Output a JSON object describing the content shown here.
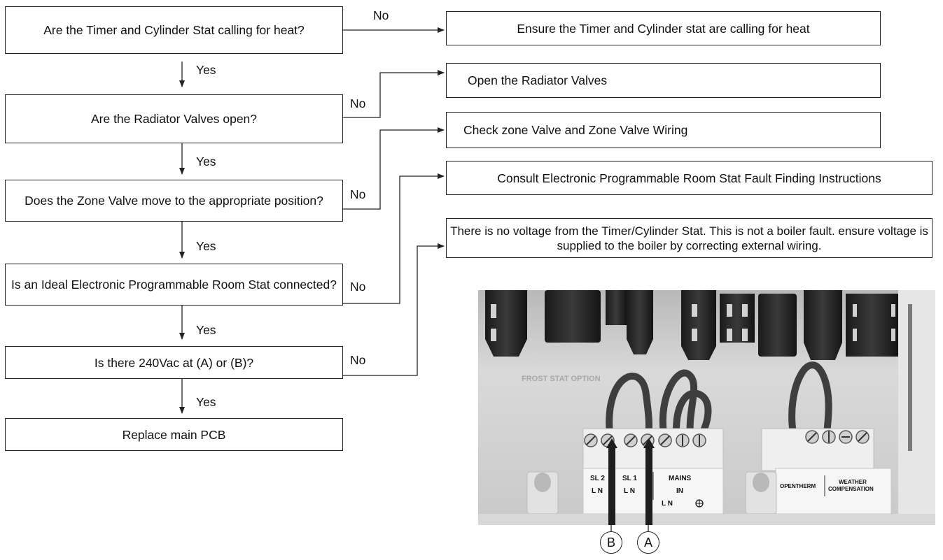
{
  "questions": [
    "Are the Timer and Cylinder Stat calling for heat?",
    "Are the Radiator Valves open?",
    "Does the Zone Valve move to the appropriate position?",
    "Is an Ideal Electronic Programmable Room Stat connected?",
    "Is there 240Vac at (A) or (B)?",
    "Replace main PCB"
  ],
  "actions": [
    "Ensure the Timer and Cylinder stat are calling for heat",
    "Open the Radiator Valves",
    "Check zone Valve and Zone Valve Wiring",
    "Consult Electronic Programmable Room Stat Fault Finding Instructions",
    "There is no voltage from the Timer/Cylinder Stat.  This is not a boiler fault. ensure voltage is supplied to the boiler by correcting external wiring."
  ],
  "yes_label": "Yes",
  "no_label": "No",
  "photo": {
    "terminal_labels": {
      "frost_stat": "FROST STAT OPTION",
      "sl_1": "SL  2",
      "sl_1_sub": "L  N",
      "sl_2": "SL  1",
      "sl_2_sub": "L  N",
      "mains": "MAINS",
      "mains_in": "IN",
      "mains_sub": "L  N",
      "opentherm": "OPENTHERM",
      "weather": "WEATHER",
      "compensation": "COMPENSATION"
    },
    "callout_a": "A",
    "callout_b": "B"
  }
}
